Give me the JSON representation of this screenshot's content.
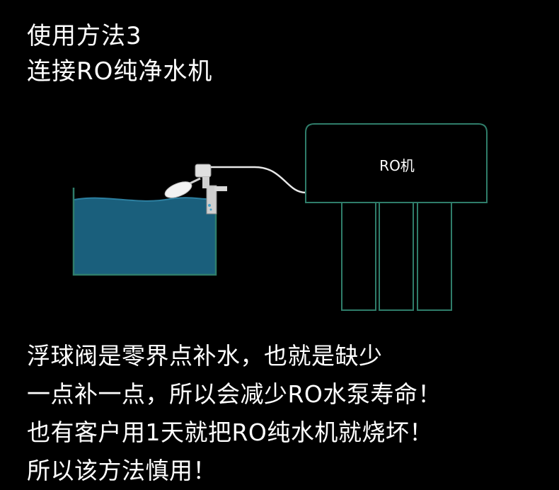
{
  "title": {
    "line1": "使用方法3",
    "line2": "连接RO纯净水机"
  },
  "diagram": {
    "ro_machine_label": "RO机",
    "colors": {
      "outline": "#2f7d6a",
      "water": "#1a5f7c",
      "water_surface": "#2c7fa0",
      "pipe": "#e8e8e8",
      "float": "#f2f2f2"
    },
    "icons": [
      "water-tank-icon",
      "float-valve-icon",
      "ro-machine-icon",
      "filter-cartridge-icon"
    ]
  },
  "body": {
    "line1": "浮球阀是零界点补水，也就是缺少",
    "line2": "一点补一点，所以会减少RO水泵寿命！",
    "line3": "也有客户用1天就把RO纯水机就烧坏！",
    "line4": "所以该方法慎用！"
  }
}
